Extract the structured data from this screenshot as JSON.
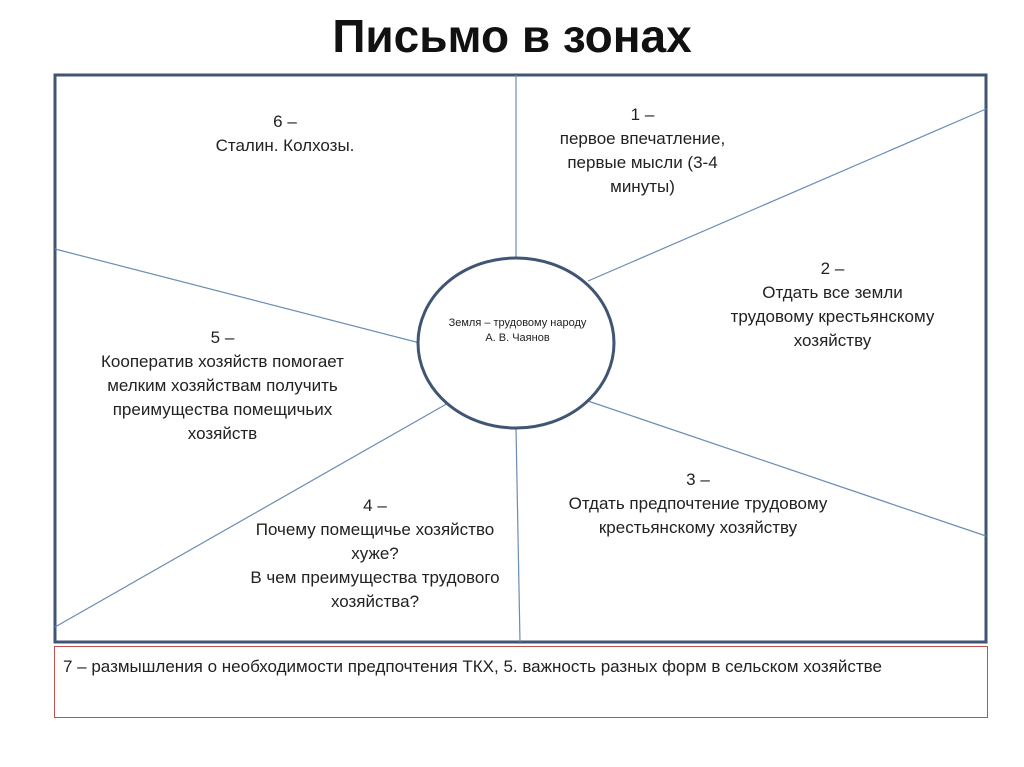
{
  "title": "Письмо в зонах",
  "center": {
    "line1": "Земля – трудовому народу",
    "line2": "А. В. Чаянов"
  },
  "zones": {
    "z1": [
      "1 –",
      "первое впечатление,",
      "первые мысли (3-4",
      "минуты)"
    ],
    "z2": [
      "2 –",
      "Отдать все земли",
      "трудовому крестьянскому",
      "хозяйству"
    ],
    "z3": [
      "3 –",
      "Отдать предпочтение трудовому",
      "крестьянскому хозяйству"
    ],
    "z4": [
      "4 –",
      "Почему помещичье хозяйство",
      "хуже?",
      "В чем преимущества трудового",
      "хозяйства?"
    ],
    "z5": [
      "5 –",
      "Кооператив хозяйств помогает",
      "мелким хозяйствам получить",
      "преимущества помещичьих",
      "хозяйств"
    ],
    "z6": [
      "6 –",
      "Сталин. Колхозы."
    ]
  },
  "zone7": "7 – размышления о необходимости предпочтения ТКХ, 5.  важность разных форм в сельском хозяйстве",
  "colors": {
    "frame": "#3f5573",
    "spokes": "#6b8cb4",
    "circle": "#3f5573",
    "zone7_border": "#c0504d"
  }
}
